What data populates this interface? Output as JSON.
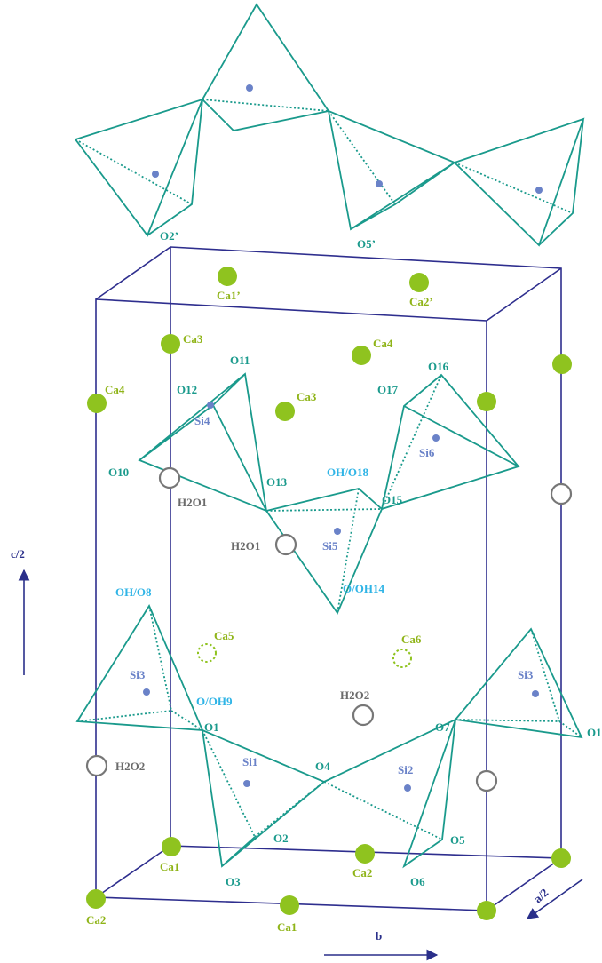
{
  "colors": {
    "cell_edges": "#2e2e8e",
    "tetrahedra": "#1a9a8c",
    "calcium": "#8fc31f",
    "oxygen_label": "#1a9a8c",
    "hydroxyl_label": "#2fb4e6",
    "water": "#777777",
    "silicon": "#6a82c8",
    "axis": "#2a2f8a"
  },
  "axes": {
    "c": "c/2",
    "b": "b",
    "a": "a/2"
  },
  "labels": {
    "O2p": "O2’",
    "O5p": "O5’",
    "Ca1p": "Ca1’",
    "Ca2p": "Ca2’",
    "Ca3_left": "Ca3",
    "Ca4_mid": "Ca4",
    "Ca4_left": "Ca4",
    "O11": "O11",
    "O12": "O12",
    "Ca3_mid": "Ca3",
    "O16": "O16",
    "O17": "O17",
    "Si4": "Si4",
    "Si6": "Si6",
    "O10": "O10",
    "O13": "O13",
    "OH_O18": "OH/O18",
    "O15": "O15",
    "H2O1_a": "H2O1",
    "H2O1_b": "H2O1",
    "Si5": "Si5",
    "O_OH14": "O/OH14",
    "OH_O8": "OH/O8",
    "Ca5": "Ca5",
    "Ca6": "Ca6",
    "Si3_left": "Si3",
    "Si3_right": "Si3",
    "O_OH9": "O/OH9",
    "H2O2_mid": "H2O2",
    "O1": "O1",
    "O7": "O7",
    "O_edge": "O1",
    "H2O2_left": "H2O2",
    "Si1": "Si1",
    "O4": "O4",
    "Si2": "Si2",
    "O2": "O2",
    "O5": "O5",
    "Ca1_back": "Ca1",
    "Ca2_back": "Ca2",
    "O3": "O3",
    "O6": "O6",
    "Ca2_front": "Ca2",
    "Ca1_front": "Ca1"
  }
}
